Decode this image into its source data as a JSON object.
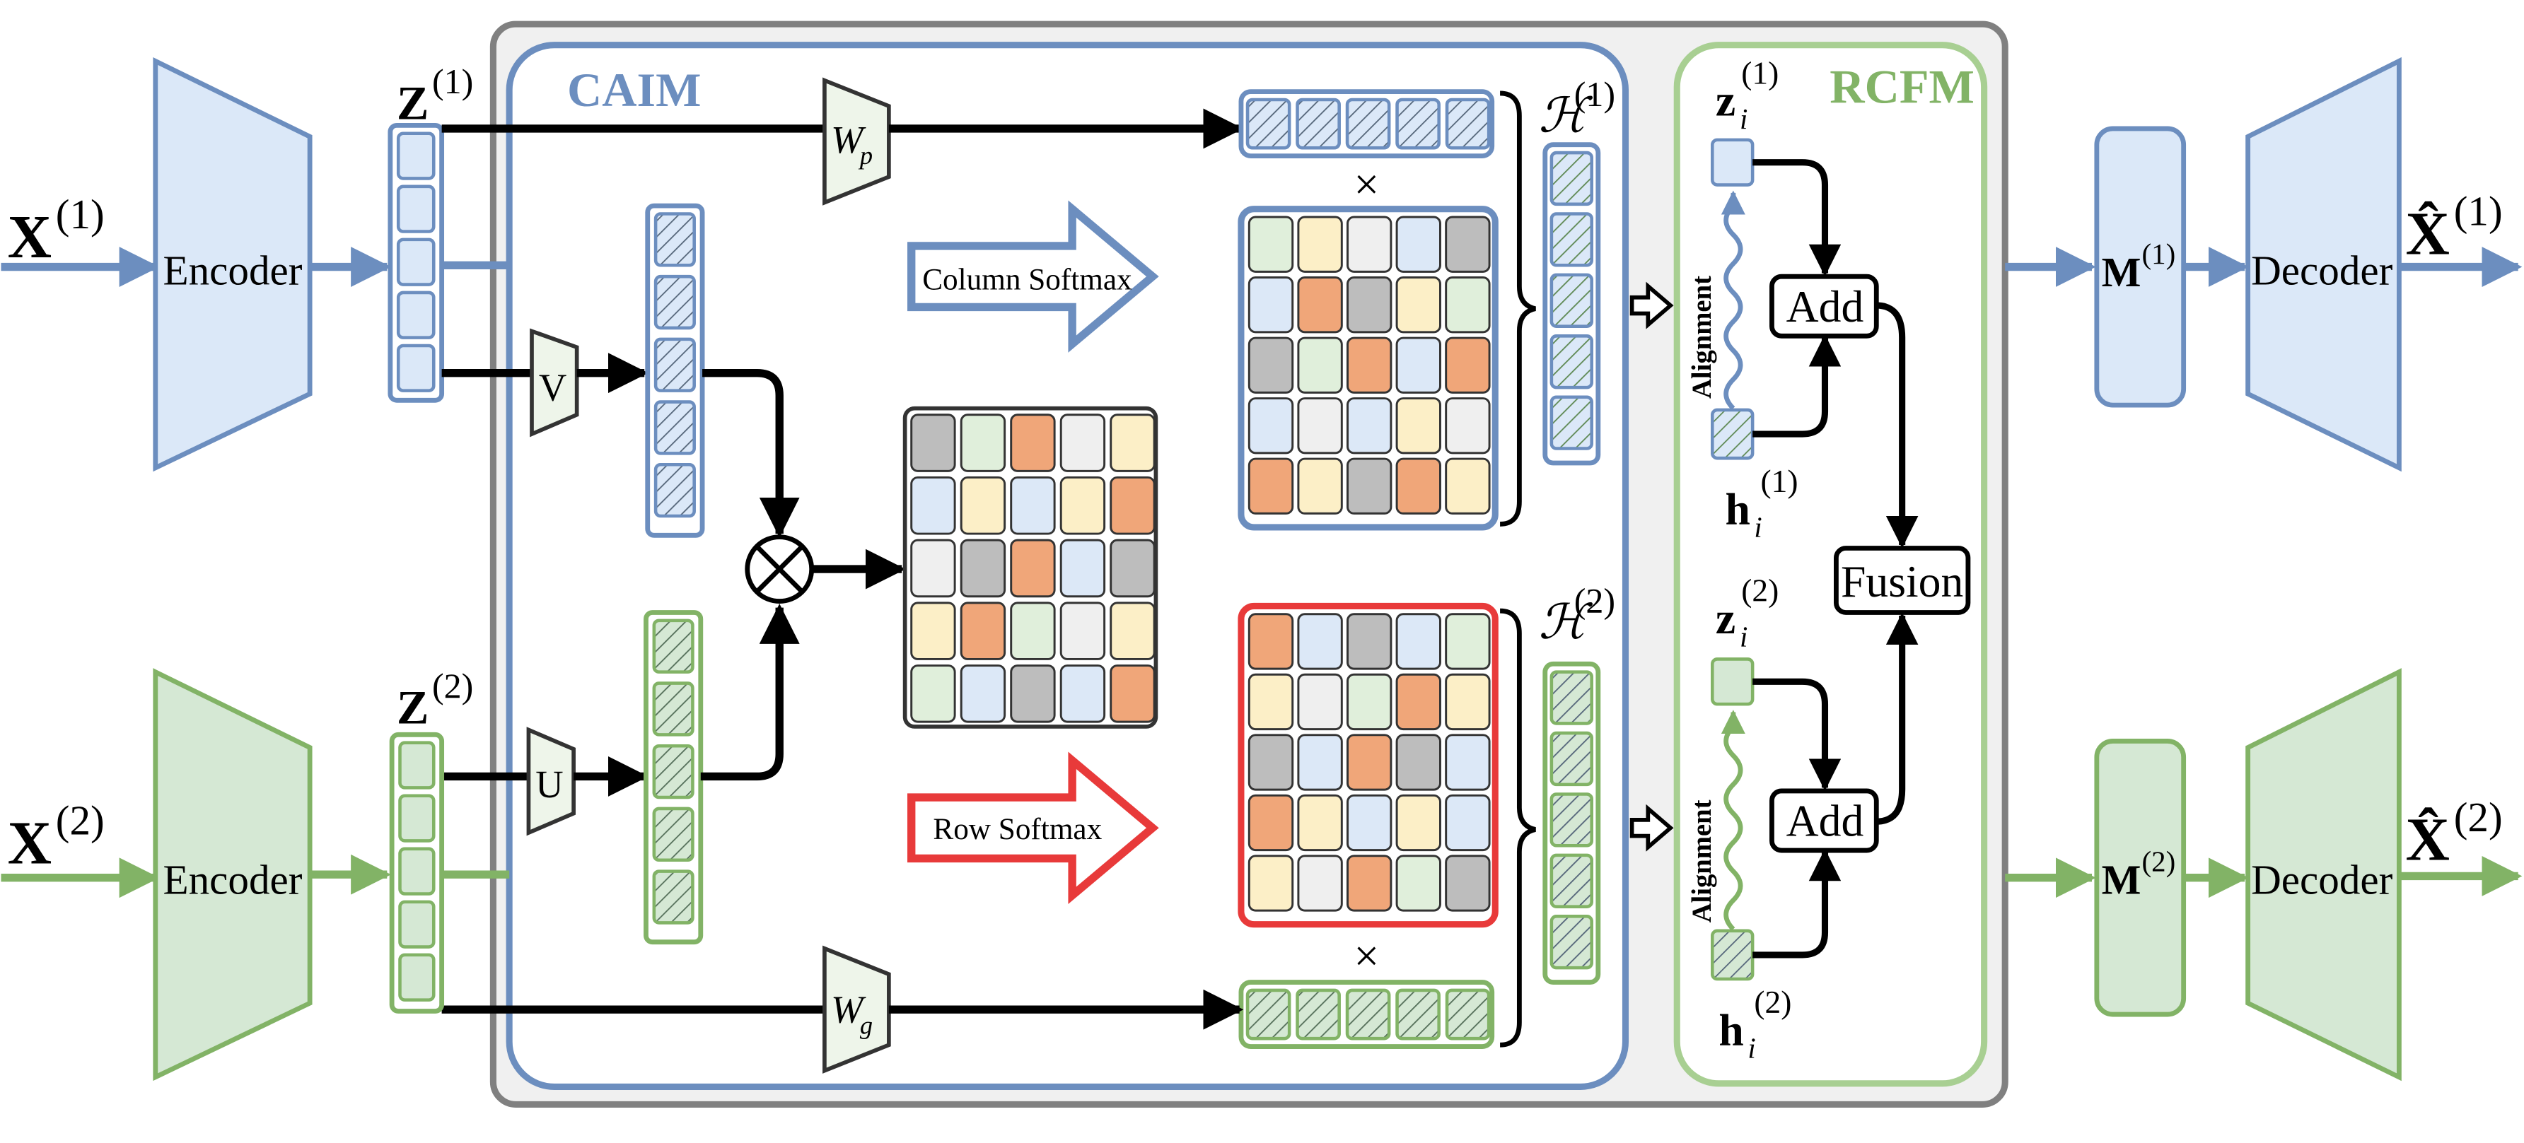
{
  "colors": {
    "blue_fill": "#dbe8f8",
    "blue_stroke": "#6c8ebf",
    "green_fill": "#d5e8d4",
    "green_stroke": "#82b366",
    "caim_title": "#6c8ebf",
    "rcfm_title": "#82b366",
    "outer_fill": "#f0f0f0",
    "outer_stroke": "#808080",
    "red": "#e83a3a",
    "black": "#000000"
  },
  "view1": {
    "input": {
      "main": "X",
      "sup": "(1)"
    },
    "encoder": "Encoder",
    "latent": {
      "main": "Z",
      "sup": "(1)"
    },
    "mask": {
      "main": "M",
      "sup": "(1)"
    },
    "decoder": "Decoder",
    "output": {
      "main": "X̂",
      "sup": "(1)"
    }
  },
  "view2": {
    "input": {
      "main": "X",
      "sup": "(2)"
    },
    "encoder": "Encoder",
    "latent": {
      "main": "Z",
      "sup": "(2)"
    },
    "mask": {
      "main": "M",
      "sup": "(2)"
    },
    "decoder": "Decoder",
    "output": {
      "main": "X̂",
      "sup": "(2)"
    }
  },
  "caim": {
    "title": "CAIM",
    "wp": {
      "main": "W",
      "sub": "p"
    },
    "wg": {
      "main": "W",
      "sub": "g"
    },
    "v": "V",
    "u": "U",
    "column_softmax": "Column Softmax",
    "row_softmax": "Row Softmax",
    "times": "×",
    "h1": {
      "main": "ℋ",
      "sup": "(1)"
    },
    "h2": {
      "main": "ℋ",
      "sup": "(2)"
    },
    "affinity_matrix": [
      [
        "gray",
        "green",
        "orange",
        "white",
        "yellow"
      ],
      [
        "blue",
        "yellow",
        "blue",
        "yellow",
        "orange"
      ],
      [
        "white",
        "gray",
        "orange",
        "blue",
        "gray"
      ],
      [
        "yellow",
        "orange",
        "green",
        "white",
        "yellow"
      ],
      [
        "green",
        "blue",
        "gray",
        "blue",
        "orange"
      ]
    ],
    "column_matrix": [
      [
        "green",
        "yellow",
        "white",
        "blue",
        "gray"
      ],
      [
        "blue",
        "orange",
        "gray",
        "yellow",
        "green"
      ],
      [
        "gray",
        "green",
        "orange",
        "blue",
        "orange"
      ],
      [
        "blue",
        "white",
        "blue",
        "yellow",
        "white"
      ],
      [
        "orange",
        "yellow",
        "gray",
        "orange",
        "yellow"
      ]
    ],
    "row_matrix": [
      [
        "orange",
        "blue",
        "gray",
        "blue",
        "green"
      ],
      [
        "yellow",
        "white",
        "green",
        "orange",
        "yellow"
      ],
      [
        "gray",
        "blue",
        "orange",
        "gray",
        "blue"
      ],
      [
        "orange",
        "yellow",
        "blue",
        "yellow",
        "blue"
      ],
      [
        "yellow",
        "white",
        "orange",
        "green",
        "gray"
      ]
    ],
    "cell_colors": {
      "gray": "#bdbdbd",
      "green": "#e0efdb",
      "orange": "#f0a679",
      "white": "#efefef",
      "yellow": "#fcefc7",
      "blue": "#dce8f7"
    }
  },
  "rcfm": {
    "title": "RCFM",
    "z1": {
      "main": "z",
      "sub": "i",
      "sup": "(1)"
    },
    "h1": {
      "main": "h",
      "sub": "i",
      "sup": "(1)"
    },
    "z2": {
      "main": "z",
      "sub": "i",
      "sup": "(2)"
    },
    "h2": {
      "main": "h",
      "sub": "i",
      "sup": "(2)"
    },
    "alignment": "Alignment",
    "add": "Add",
    "fusion": "Fusion"
  }
}
